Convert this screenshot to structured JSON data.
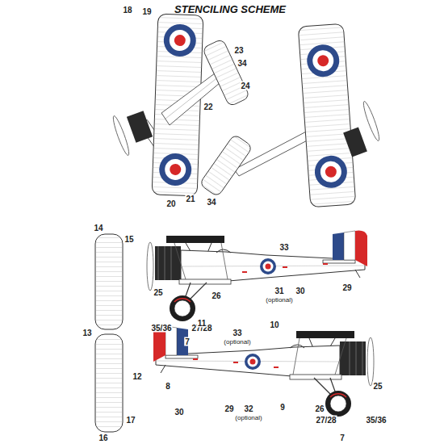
{
  "diagram": {
    "title": "STENCILING SCHEME",
    "labels": [
      "18",
      "19",
      "23",
      "34",
      "24",
      "22",
      "34",
      "20",
      "21",
      "14",
      "15",
      "13",
      "17",
      "16",
      "33",
      "26",
      "25",
      "31",
      "(optional)",
      "30",
      "29",
      "35/36",
      "27/28",
      "7",
      "11",
      "33",
      "(optional)",
      "10",
      "12",
      "8",
      "30",
      "29",
      "32",
      "(optional)",
      "9",
      "26",
      "25",
      "27/28",
      "35/36",
      "7"
    ]
  }
}
